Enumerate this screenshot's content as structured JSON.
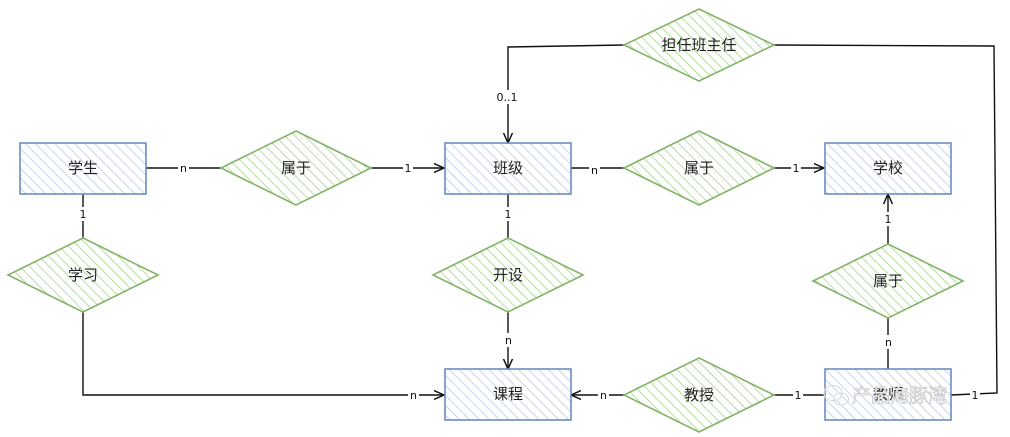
{
  "entities": {
    "student": "学生",
    "class": "班级",
    "school": "学校",
    "course": "课程",
    "teacher": "教师"
  },
  "relations": {
    "student_belongs": "属于",
    "class_belongs": "属于",
    "head_teacher": "担任班主任",
    "study": "学习",
    "offer": "开设",
    "teach": "教授",
    "teacher_belongs": "属于"
  },
  "cardinalities": {
    "student_to_rel": "n",
    "rel_to_class": "1",
    "head_to_class": "0..1",
    "class_to_rel": "n",
    "rel_to_school": "1",
    "student_to_study": "1",
    "study_to_course": "n",
    "class_to_offer": "1",
    "offer_to_course": "n",
    "teach_to_course": "n",
    "teacher_to_teach": "1",
    "teacher_to_head": "1",
    "teacher_to_belongs": "n",
    "belongs_to_school": "1"
  },
  "watermark": "产品海豚湾",
  "colors": {
    "entity_stroke": "#6c8ebf",
    "entity_hatch": "#a9c4eb",
    "relation_stroke": "#82b366",
    "relation_hatch": "#97d077",
    "line": "#111111"
  }
}
